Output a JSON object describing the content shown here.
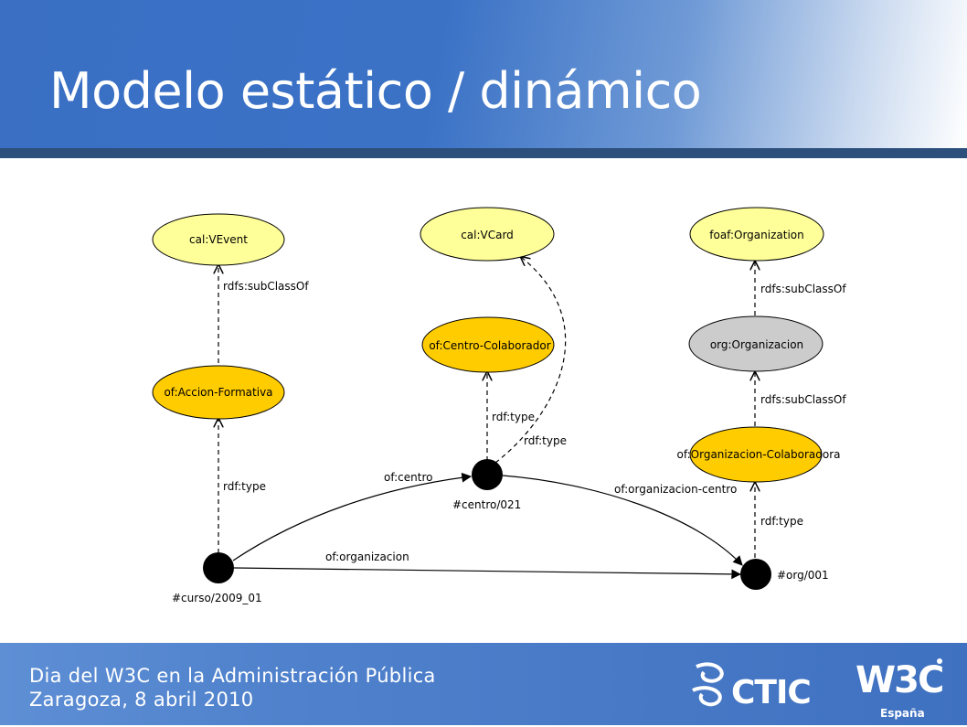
{
  "slide": {
    "title": "Modelo estático / dinámico"
  },
  "footer": {
    "line1": "Dia del W3C en la Administración Pública",
    "line2": "Zaragoza, 8 abril 2010",
    "logo_ctic": "CTIC",
    "logo_w3c": "W3C",
    "logo_w3c_sub": "España"
  },
  "colors": {
    "header_blue": "#3b72c6",
    "footer_blue": "#4f81cc",
    "class_yellow": "#ffff99",
    "instance_class_orange": "#ffcc00",
    "abstract_gray": "#cccccc",
    "instance_black": "#000000"
  },
  "diagram": {
    "classes": [
      {
        "id": "cal-vevent",
        "label": "cal:VEvent"
      },
      {
        "id": "cal-vcard",
        "label": "cal:VCard"
      },
      {
        "id": "foaf-organization",
        "label": "foaf:Organization"
      },
      {
        "id": "of-centro-colaborador",
        "label": "of:Centro-Colaborador"
      },
      {
        "id": "org-organizacion",
        "label": "org:Organizacion"
      },
      {
        "id": "of-accion-formativa",
        "label": "of:Accion-Formativa"
      },
      {
        "id": "of-organizacion-colaboradora",
        "label": "of:Organizacion-Colaboradora"
      }
    ],
    "instances": [
      {
        "id": "curso",
        "label": "#curso/2009_01"
      },
      {
        "id": "centro",
        "label": "#centro/021"
      },
      {
        "id": "org",
        "label": "#org/001"
      }
    ],
    "edges": [
      {
        "id": "accion-subclass-vevent",
        "label": "rdfs:subClassOf"
      },
      {
        "id": "curso-type-accion",
        "label": "rdf:type"
      },
      {
        "id": "centro-type-centro-colaborador",
        "label": "rdf:type"
      },
      {
        "id": "centro-type-vcard",
        "label": "rdf:type"
      },
      {
        "id": "orgorg-subclass-foaf",
        "label": "rdfs:subClassOf"
      },
      {
        "id": "orgcolab-subclass-orgorg",
        "label": "rdfs:subClassOf"
      },
      {
        "id": "org-type-orgcolab",
        "label": "rdf:type"
      },
      {
        "id": "curso-centro",
        "label": "of:centro"
      },
      {
        "id": "curso-organizacion",
        "label": "of:organizacion"
      },
      {
        "id": "centro-organizacion-centro",
        "label": "of:organizacion-centro"
      }
    ]
  }
}
